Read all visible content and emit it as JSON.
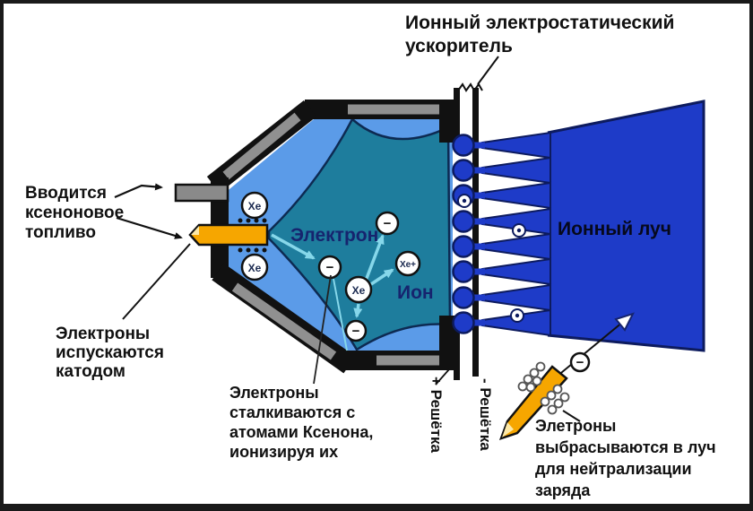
{
  "diagram": {
    "title": {
      "lines": [
        "Ионный электростатический",
        "ускоритель"
      ]
    },
    "labels": {
      "fuel": {
        "lines": [
          "Вводится",
          "ксеноновое",
          "топливо"
        ]
      },
      "cathode_emission": {
        "lines": [
          "Электроны",
          "испускаются",
          "катодом"
        ]
      },
      "collision": {
        "lines": [
          "Электроны",
          "сталкиваются с",
          "атомами Ксенона,",
          "ионизируя их"
        ]
      },
      "electron": "Электрон",
      "ion": "Ион",
      "ion_beam": "Ионный луч",
      "grid_positive": "+ Решётка",
      "grid_negative": "- Решётка",
      "neutralizer": {
        "lines": [
          "Элетроны",
          "выбрасываются в луч",
          "для нейтрализации",
          "заряда"
        ]
      }
    },
    "particles": {
      "xenon": "Xe",
      "xenon_ion": "Xe+",
      "electron_symbol": "−"
    },
    "colors": {
      "chamber_fill": "#5b9be8",
      "plasma_core": "#1e7d9d",
      "ion_beam_blue": "#1e3bc8",
      "beam_outline": "#0d1b5e",
      "casing_gray": "#909090",
      "cathode_orange": "#f6a600",
      "arrow_cyan": "#86d7ea"
    }
  }
}
